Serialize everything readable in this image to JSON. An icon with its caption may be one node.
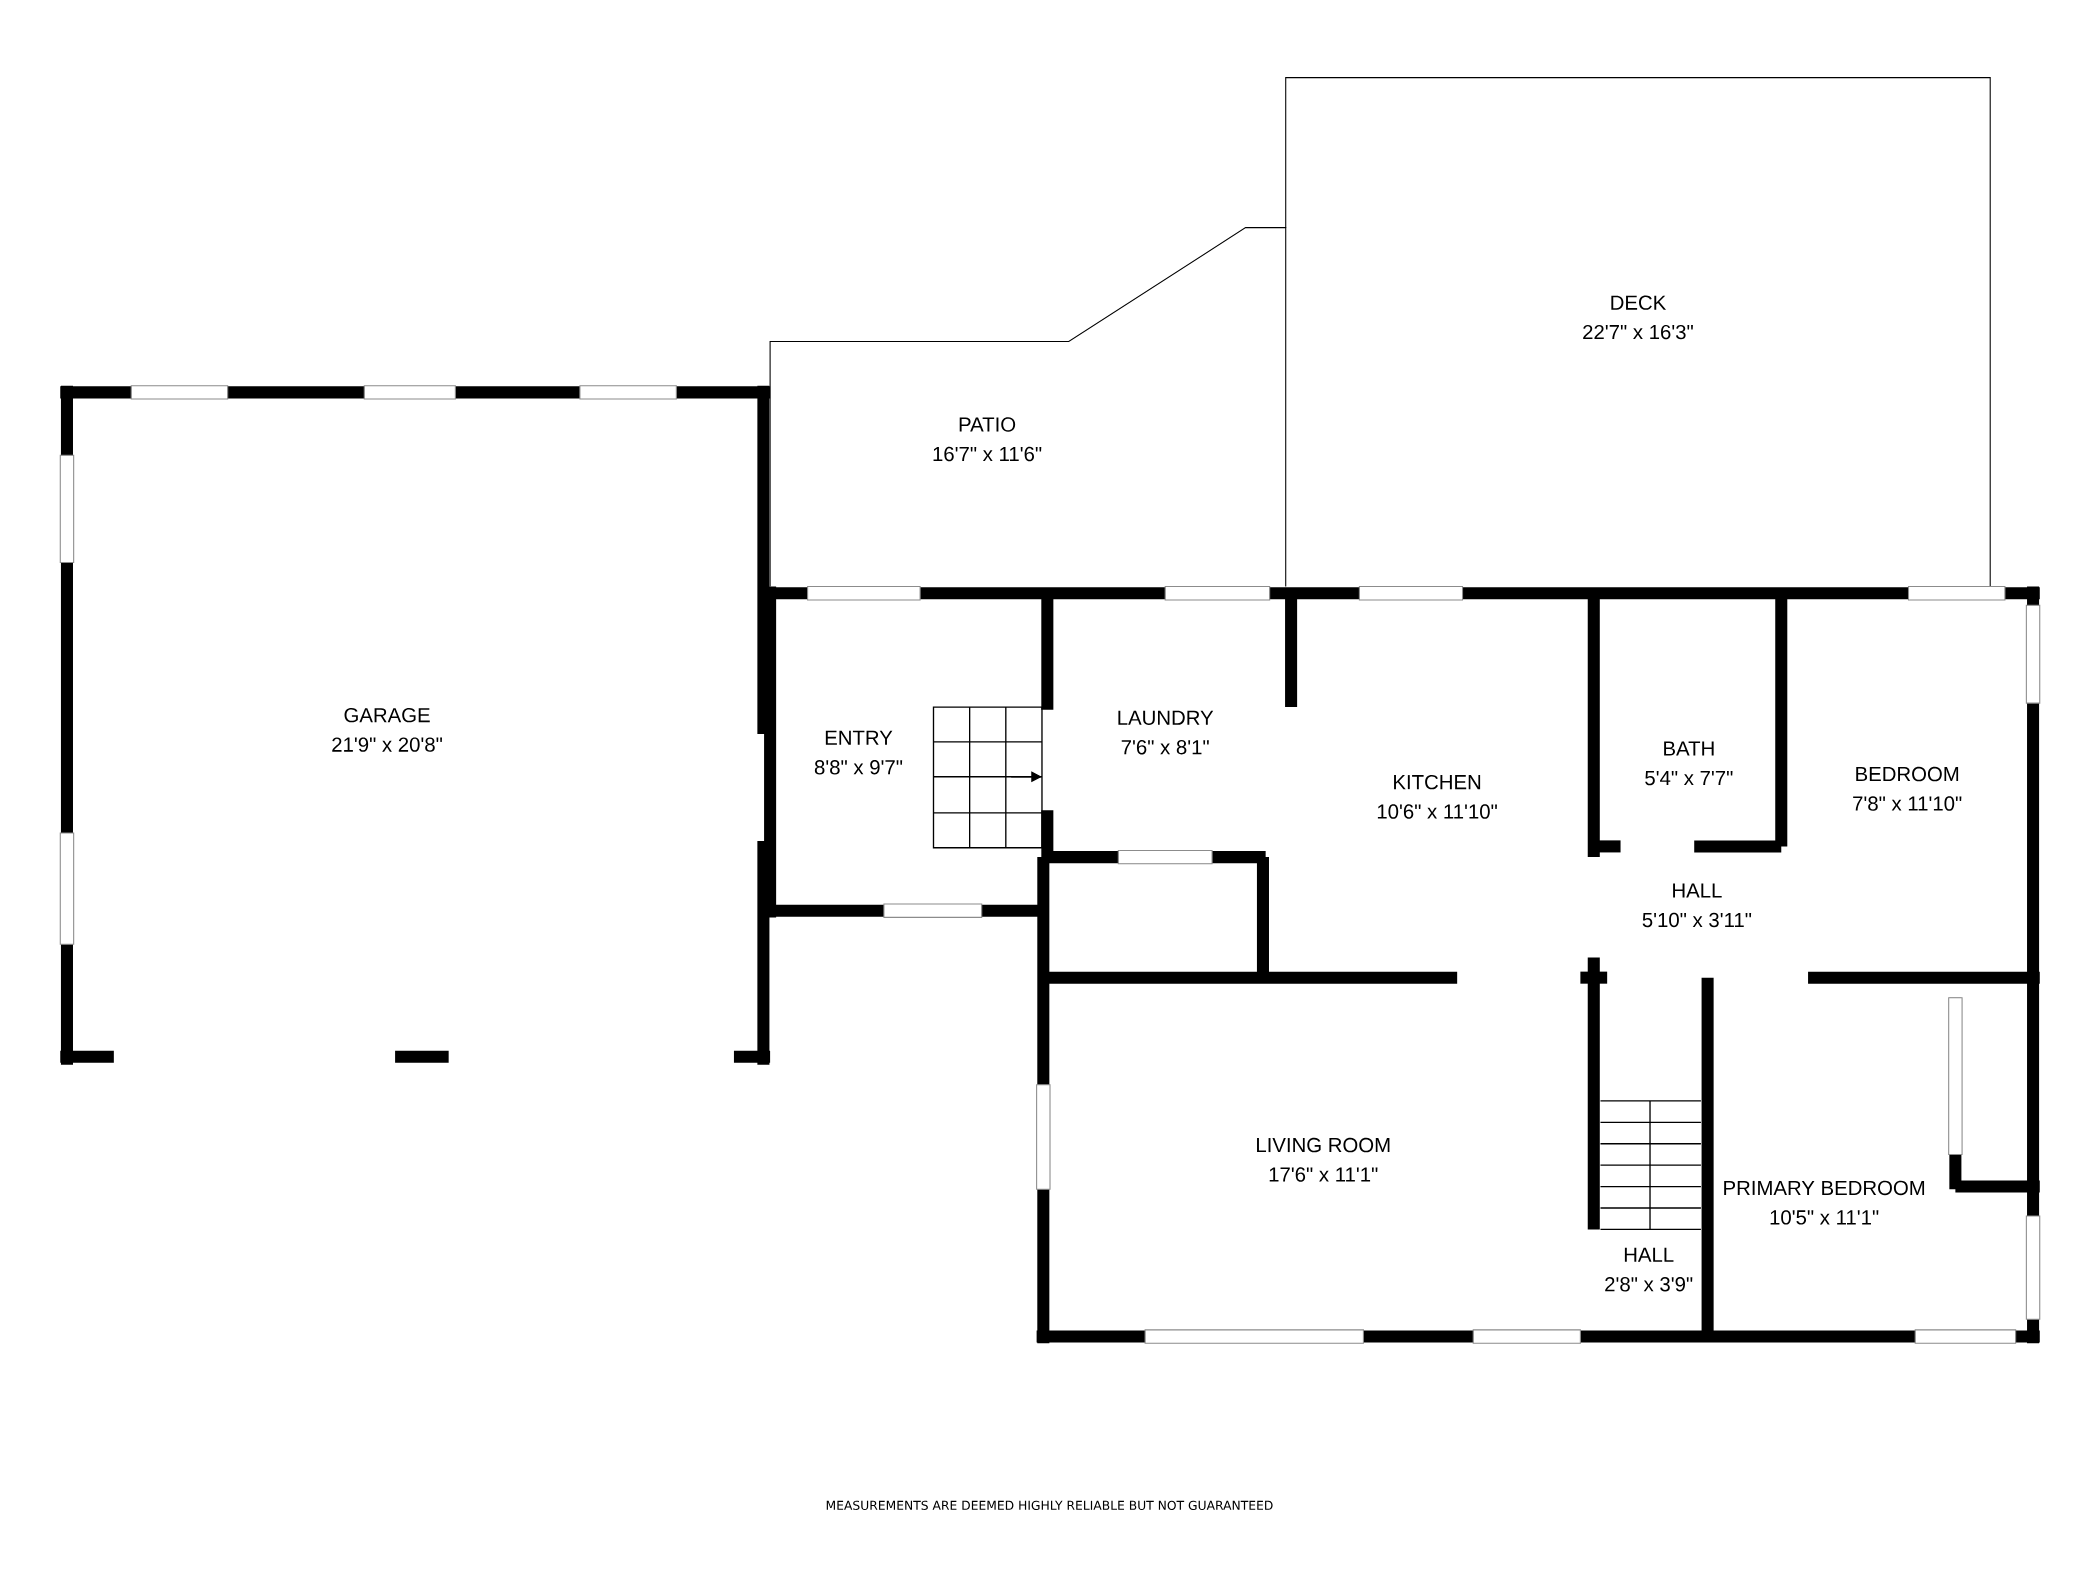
{
  "diagram": {
    "nodes": [
      {
        "text": [
          "DECK",
          "22'7\" x 16'3\""
        ]
      },
      {
        "text": [
          "PATIO",
          "16'7\" x 11'6\""
        ]
      },
      {
        "text": [
          "GARAGE",
          "21'9\" x 20'8\""
        ]
      },
      {
        "text": [
          "ENTRY",
          "8'8\" x 9'7\""
        ]
      },
      {
        "text": [
          "LAUNDRY",
          "7'6\" x 8'1\""
        ]
      },
      {
        "text": [
          "KITCHEN",
          "10'6\" x 11'10\""
        ]
      },
      {
        "text": [
          "BATH",
          "5'4\" x 7'7\""
        ]
      },
      {
        "text": [
          "BEDROOM",
          "7'8\" x 11'10\""
        ]
      },
      {
        "text": [
          "HALL",
          "5'10\" x 3'11\""
        ]
      },
      {
        "text": [
          "LIVING ROOM",
          "17'6\" x 11'1\""
        ]
      },
      {
        "text": [
          "PRIMARY BEDROOM",
          "10'5\" x 11'1\""
        ]
      },
      {
        "text": [
          "HALL",
          "2'8\" x 3'9\""
        ]
      }
    ],
    "labels": [
      "MEASUREMENTS ARE DEEMED HIGHLY RELIABLE BUT NOT GUARANTEED"
    ]
  }
}
